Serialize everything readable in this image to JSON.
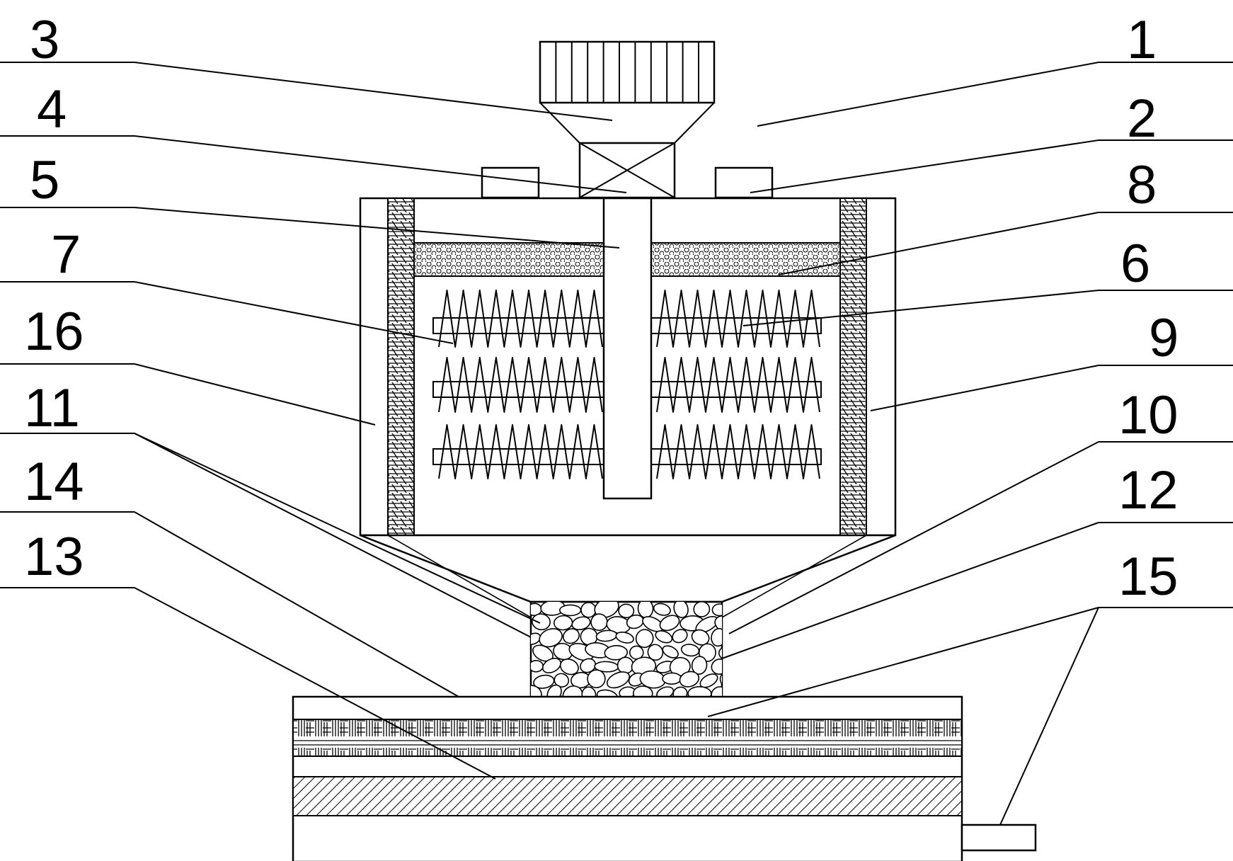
{
  "labels": {
    "l1": "1",
    "l2": "2",
    "l3": "3",
    "l4": "4",
    "l5": "5",
    "l6": "6",
    "l7": "7",
    "l8": "8",
    "l9": "9",
    "l10": "10",
    "l11": "11",
    "l12": "12",
    "l13": "13",
    "l14": "14",
    "l15": "15",
    "l16": "16"
  },
  "colors": {
    "line": "#000000",
    "background": "#ffffff"
  }
}
